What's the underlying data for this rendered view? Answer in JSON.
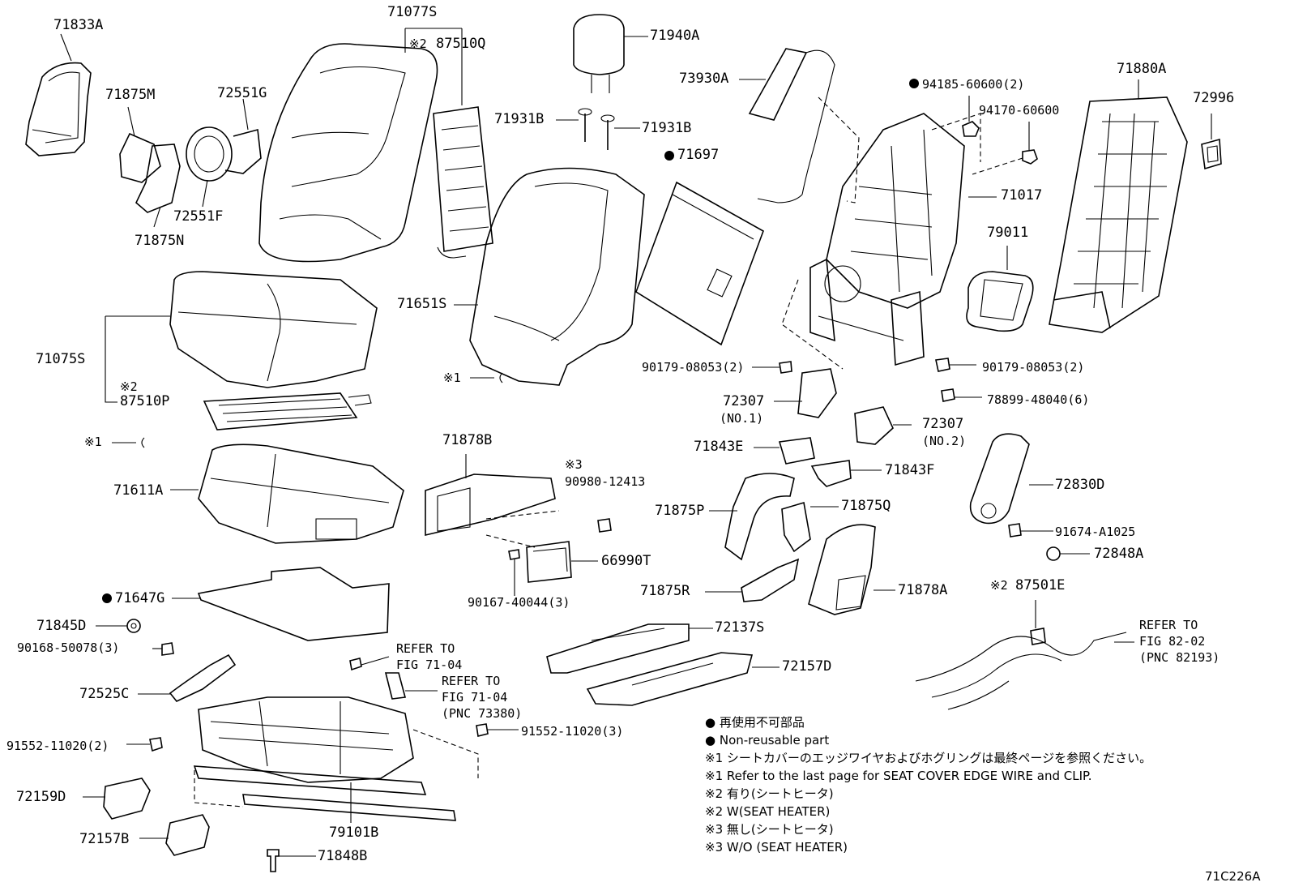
{
  "labels": {
    "p71833A": "71833A",
    "p71875M": "71875M",
    "p72551G": "72551G",
    "p72551F": "72551F",
    "p71875N": "71875N",
    "p71077S": "71077S",
    "p87510Q": "87510Q",
    "p71940A": "71940A",
    "p71931B_l": "71931B",
    "p71931B_r": "71931B",
    "p73930A": "73930A",
    "p71697": "71697",
    "p94185": "94185-60600(2)",
    "p94170": "94170-60600",
    "p71880A": "71880A",
    "p72996": "72996",
    "p71017": "71017",
    "p79011": "79011",
    "p71651S": "71651S",
    "p71075S": "71075S",
    "p87510P": "87510P",
    "p90179_l": "90179-08053(2)",
    "p90179_r": "90179-08053(2)",
    "p72307_1": "72307",
    "p72307_1n": "(NO.1)",
    "p78899": "78899-48040(6)",
    "p72307_2": "72307",
    "p72307_2n": "(NO.2)",
    "p71843E": "71843E",
    "p71843F": "71843F",
    "p72830D": "72830D",
    "p71611A": "71611A",
    "p71878B": "71878B",
    "p90980": "90980-12413",
    "p71875P": "71875P",
    "p71875Q": "71875Q",
    "p91674": "91674-A1025",
    "p72848A": "72848A",
    "p66990T": "66990T",
    "p90167": "90167-40044(3)",
    "p71875R": "71875R",
    "p71878A": "71878A",
    "p87501E": "87501E",
    "p71647G": "71647G",
    "p72137S": "72137S",
    "p72157D": "72157D",
    "p71845D": "71845D",
    "p90168": "90168-50078(3)",
    "ref1a": "REFER TO",
    "ref1b": "FIG 71-04",
    "ref2a": "REFER TO",
    "ref2b": "FIG 71-04",
    "ref2c": "(PNC 73380)",
    "ref3a": "REFER TO",
    "ref3b": "FIG 82-02",
    "ref3c": "(PNC 82193)",
    "p72525C": "72525C",
    "p91552_l": "91552-11020(2)",
    "p91552_r": "91552-11020(3)",
    "p72159D": "72159D",
    "p79101B": "79101B",
    "p72157B": "72157B",
    "p71848B": "71848B",
    "note1_left": "※1",
    "note1_center": "※1",
    "note2_top": "※2",
    "note2_mid": "※2",
    "note2_right": "※2",
    "note3": "※3"
  },
  "legend": {
    "l1": "● 再使用不可部品",
    "l2": "● Non-reusable part",
    "l3": "※1 シートカバーのエッジワイヤおよびホグリングは最終ページを参照ください。",
    "l4": "※1 Refer to the last page for SEAT COVER EDGE WIRE and CLIP.",
    "l5": "※2 有り(シートヒータ)",
    "l6": "※2 W(SEAT HEATER)",
    "l7": "※3 無し(シートヒータ)",
    "l8": "※3 W/O (SEAT HEATER)"
  },
  "figure_code": "71C226A",
  "non_reusable_mark": "●"
}
